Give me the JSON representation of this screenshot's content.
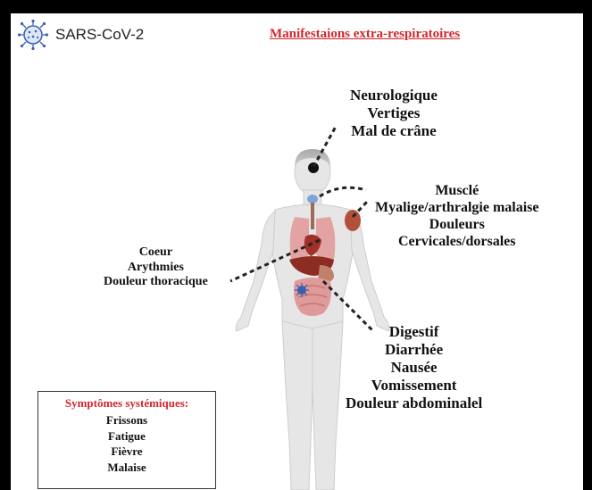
{
  "header": {
    "brand": "SARS-CoV-2",
    "title": "Manifestaions extra-respiratoires"
  },
  "groups": {
    "neuro": [
      "Neurologique",
      "Vertiges",
      "Mal de crâne"
    ],
    "muscle": [
      "Musclé",
      "Myalige/arthralgie malaise",
      "Douleurs",
      "Cervicales/dorsales"
    ],
    "coeur": [
      "Coeur",
      "Arythmies",
      "Douleur thoracique"
    ],
    "digestif": [
      "Digestif",
      "Diarrhée",
      "Nausée",
      "Vomissement",
      "Douleur abdominalel"
    ]
  },
  "systemic": {
    "title": "Symptômes systémiques:",
    "items": [
      "Frissons",
      "Fatigue",
      "Fièvre",
      "Malaise"
    ]
  },
  "colors": {
    "title_red": "#d0282e",
    "virus_blue": "#3a5fb0",
    "body_grey": "#e6e6e6",
    "organ_pink": "#e3a3a3"
  },
  "icons": {
    "logo": "coronavirus-icon"
  }
}
